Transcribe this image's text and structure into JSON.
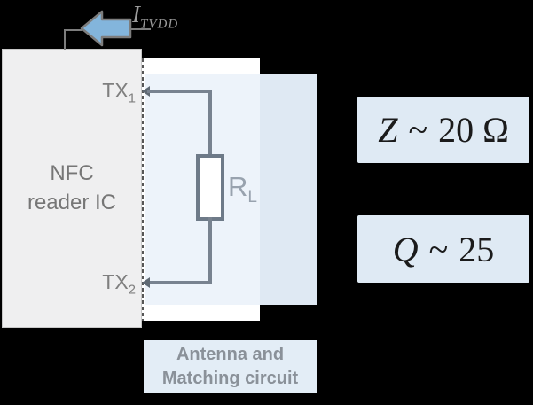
{
  "reader": {
    "line1": "NFC",
    "line2": "reader IC"
  },
  "pins": {
    "tx1": {
      "base": "TX",
      "sub": "1"
    },
    "tx2": {
      "base": "TX",
      "sub": "2"
    }
  },
  "current": {
    "base": "I",
    "sub": "TVDD"
  },
  "resistor": {
    "base": "R",
    "sub": "L"
  },
  "badges": {
    "impedance": {
      "variable": "Z",
      "relation": "~",
      "value": "20 Ω"
    },
    "quality": {
      "variable": "Q",
      "relation": "~",
      "value": "25"
    }
  },
  "antenna_caption": {
    "line1": "Antenna and",
    "line2": "Matching circuit"
  },
  "colors": {
    "background": "#000000",
    "reader_box_fill": "#efeff0",
    "matching_panel": "#ffffff",
    "antenna_panel_left": "#edf3fa",
    "antenna_panel_right": "#dfe9f3",
    "badge_fill": "#dfeaf4",
    "caption_fill": "#e3edf6",
    "arrow_fill": "#83b5dc",
    "arrow_stroke": "#7d7d7d",
    "wire": "#78828f",
    "text_gray": "#7f7f7f"
  }
}
